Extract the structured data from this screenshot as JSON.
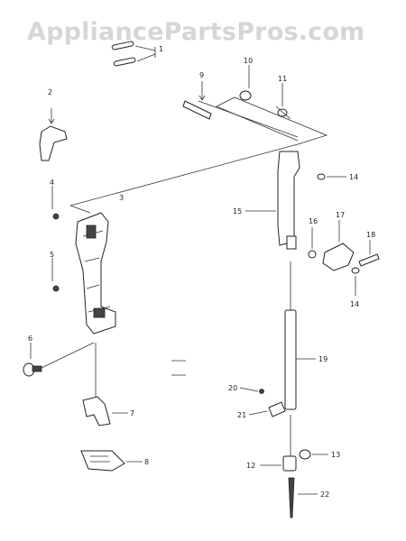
{
  "watermark": "AppliancePartsPros.com",
  "callouts": {
    "c1": "1",
    "c2": "2",
    "c3": "3",
    "c4": "4",
    "c5": "5",
    "c6": "6",
    "c7": "7",
    "c8": "8",
    "c9": "9",
    "c10": "10",
    "c11": "11",
    "c12": "12",
    "c13": "13",
    "c14a": "14",
    "c14b": "14",
    "c15": "15",
    "c16": "16",
    "c17": "17",
    "c18": "18",
    "c19": "19",
    "c20": "20",
    "c21": "21",
    "c22": "22"
  }
}
